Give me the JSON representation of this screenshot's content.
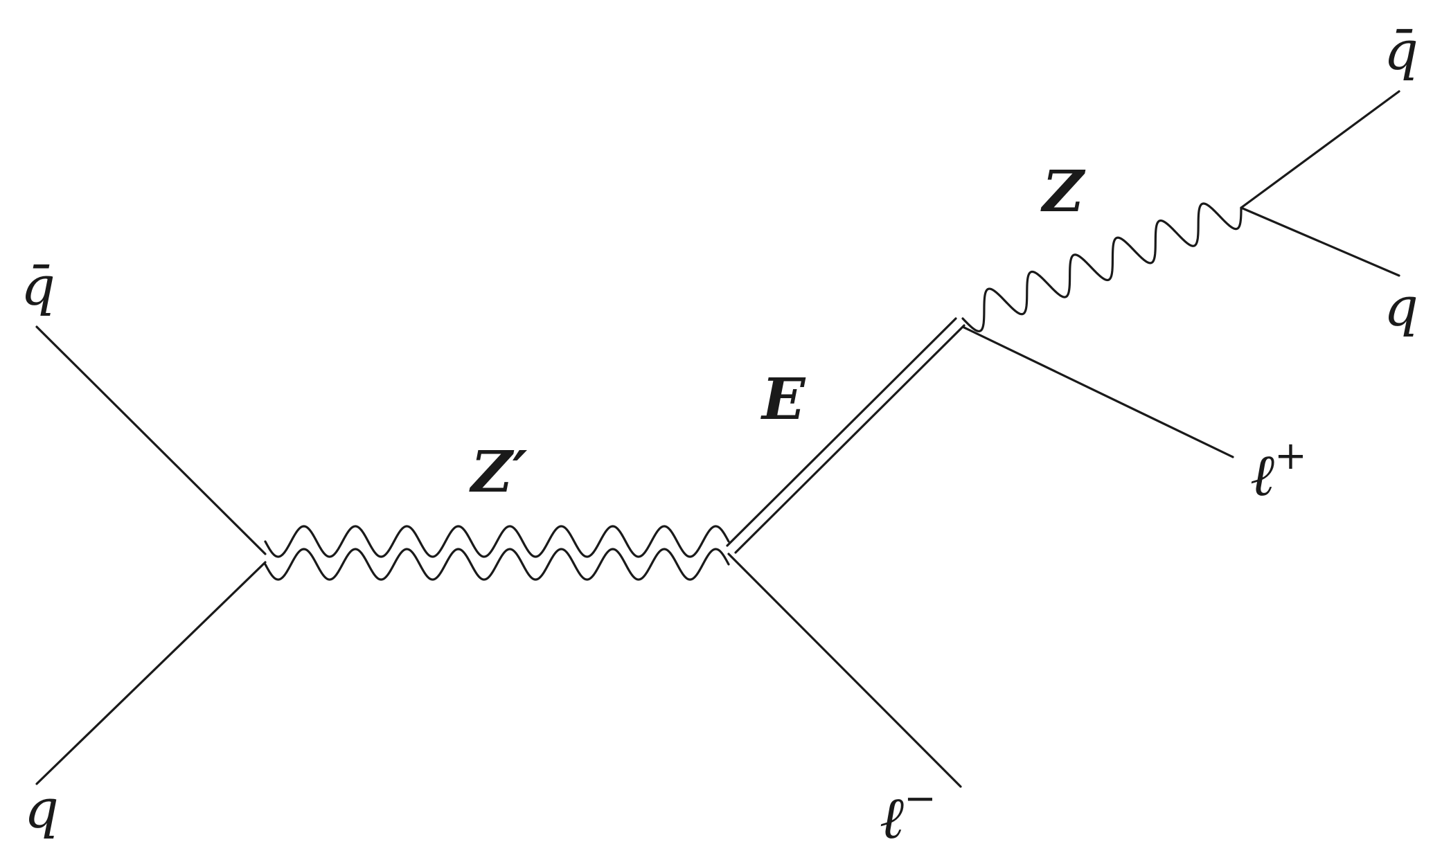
{
  "diagram": {
    "labels": {
      "qbar_in": "q̄",
      "q_in": "q",
      "zprime": "Z′",
      "e_heavy": "E",
      "z_boson": "Z",
      "qbar_out": "q̄",
      "q_out": "q",
      "ell_plus": "ℓ",
      "ell_plus_sign": "+",
      "ell_minus": "ℓ",
      "ell_minus_sign": "−"
    }
  }
}
